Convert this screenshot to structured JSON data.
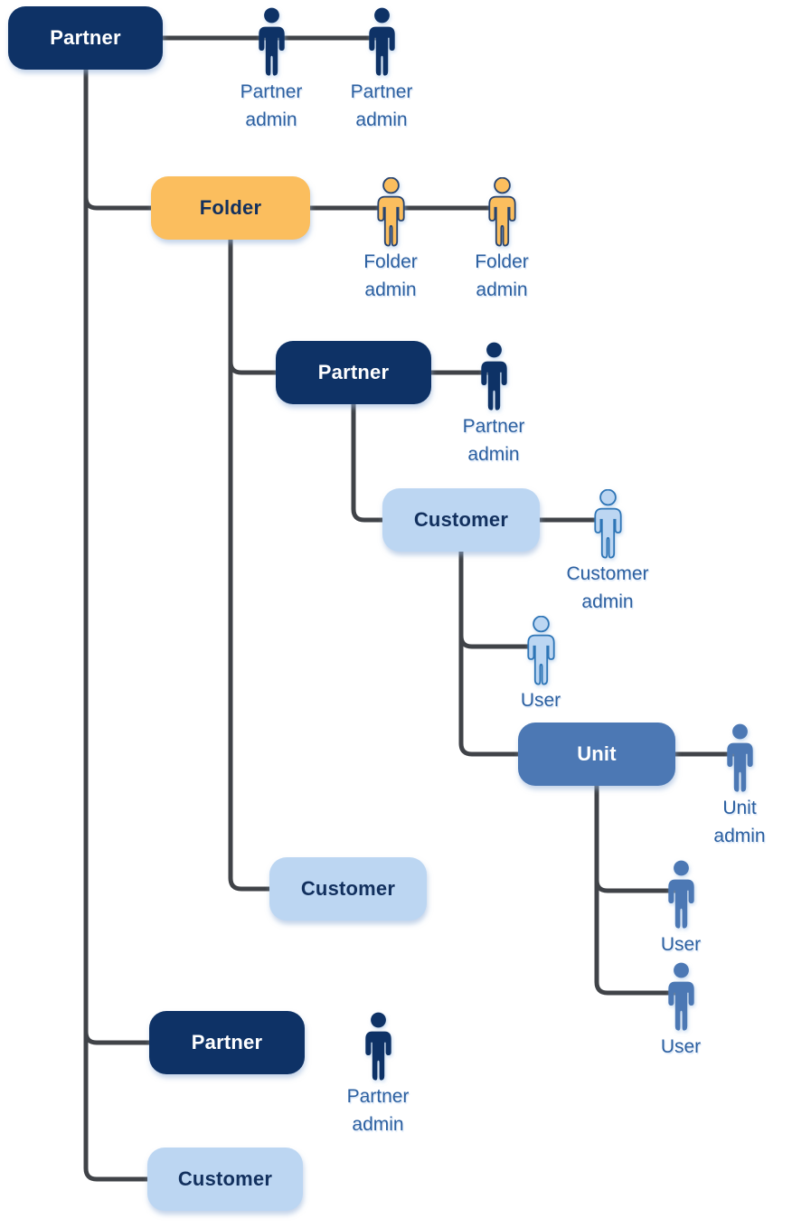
{
  "diagram_type": "organization-hierarchy",
  "colors": {
    "navy": "#0E3266",
    "orange": "#FBBE5E",
    "light_blue": "#BCD6F2",
    "mid_blue": "#4C78B4",
    "connector_line": "#404348",
    "person_label_text": "#2B5FA0",
    "box_text_dark": "#12305E",
    "box_text_light": "#FFFFFF"
  },
  "boxes": [
    {
      "label": "Partner",
      "variant": "navy"
    },
    {
      "label": "Folder",
      "variant": "orange"
    },
    {
      "label": "Partner",
      "variant": "navy"
    },
    {
      "label": "Customer",
      "variant": "light"
    },
    {
      "label": "Unit",
      "variant": "mid"
    },
    {
      "label": "Customer",
      "variant": "light"
    },
    {
      "label": "Partner",
      "variant": "navy"
    },
    {
      "label": "Customer",
      "variant": "light"
    }
  ],
  "persons": [
    {
      "label": "Partner\nadmin",
      "variant": "navy"
    },
    {
      "label": "Partner\nadmin",
      "variant": "navy"
    },
    {
      "label": "Folder\nadmin",
      "variant": "orange"
    },
    {
      "label": "Folder\nadmin",
      "variant": "orange"
    },
    {
      "label": "Partner\nadmin",
      "variant": "navy"
    },
    {
      "label": "Customer\nadmin",
      "variant": "light"
    },
    {
      "label": "User",
      "variant": "light"
    },
    {
      "label": "Unit\nadmin",
      "variant": "mid"
    },
    {
      "label": "User",
      "variant": "mid"
    },
    {
      "label": "User",
      "variant": "mid"
    },
    {
      "label": "Partner\nadmin",
      "variant": "navy"
    }
  ]
}
